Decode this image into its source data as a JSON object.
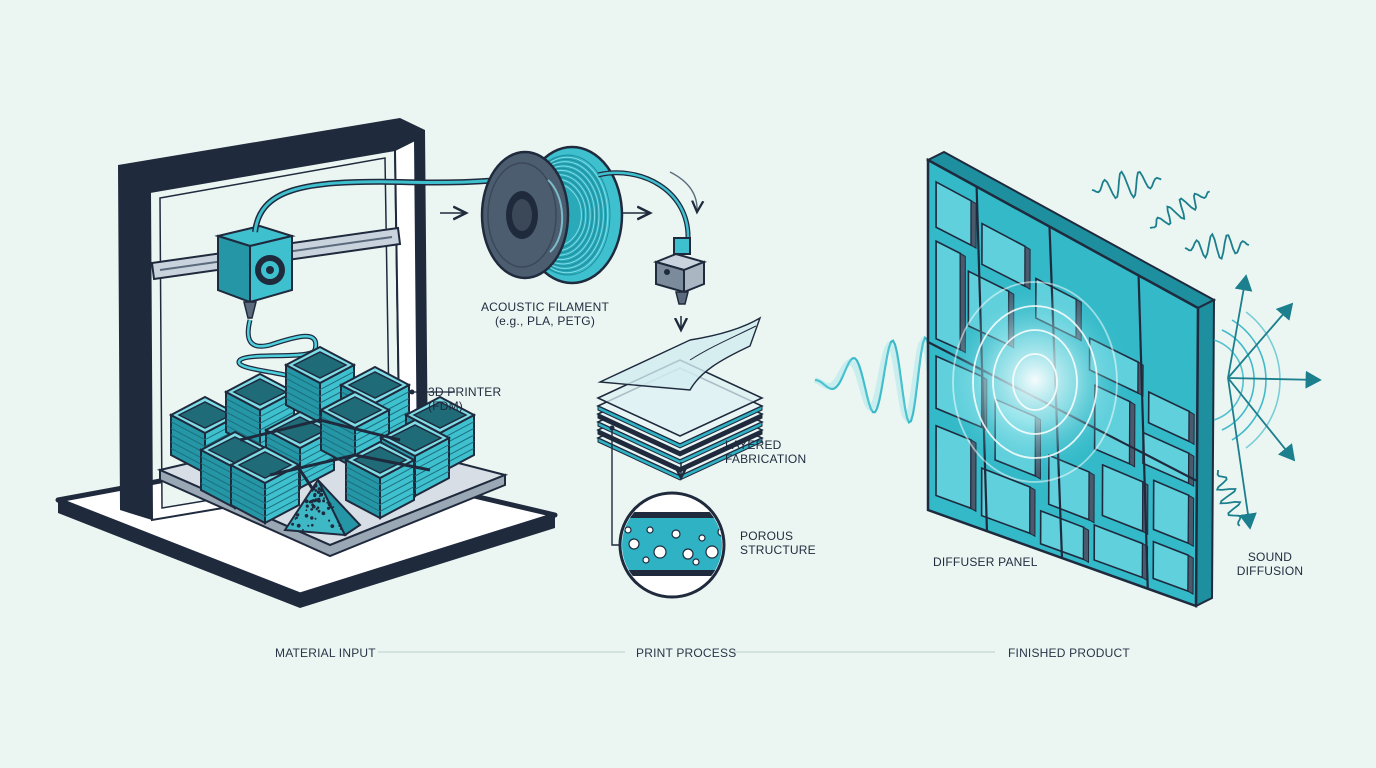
{
  "labels": {
    "printer": [
      "3D PRINTER",
      "(FDM)"
    ],
    "filament": [
      "ACOUSTIC FILAMENT",
      "(e.g., PLA, PETG)"
    ],
    "layered": [
      "LAYERED",
      "FABRICATION"
    ],
    "porous": [
      "POROUS",
      "STRUCTURE"
    ],
    "diffuser": "DIFFUSER PANEL",
    "sound": [
      "SOUND",
      "DIFFUSION"
    ]
  },
  "stages": [
    "MATERIAL INPUT",
    "PRINT PROCESS",
    "FINISHED PRODUCT"
  ],
  "colors": {
    "background": "#ebf6f3",
    "navy": "#1f2a3d",
    "teal": "#2fb3c4",
    "teal_dark": "#1c7f8d",
    "slate": "#5b6b7d"
  }
}
